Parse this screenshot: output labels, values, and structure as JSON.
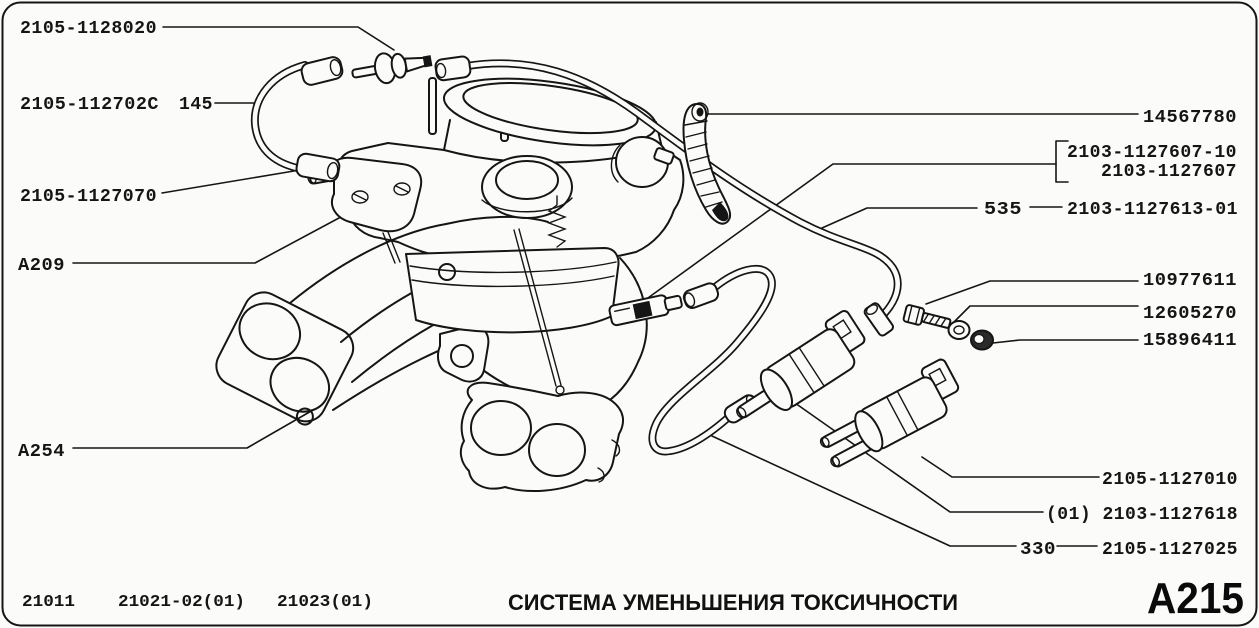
{
  "page": {
    "paper_color": "#fbfbf9",
    "ink_color": "#151515"
  },
  "callouts": {
    "left": {
      "check_valve": "2105-1128020",
      "hose_upper": "2105-112702C",
      "len_145": "145",
      "hose_lower": "2105-1127070",
      "ref_a209": "A209",
      "ref_a254": "A254"
    },
    "right": {
      "strap": "14567780",
      "union_variant": "2103-1127607-10",
      "union": "2103-1127607",
      "len_535": "535",
      "hose_long": "2103-1127613-01",
      "bolt": "10977611",
      "washer": "12605270",
      "nut": "15896411",
      "valve_right": "2105-1127010",
      "valve_left": "(01) 2103-1127618",
      "len_330": "330",
      "hose_s": "2105-1127025"
    }
  },
  "footer": {
    "models": [
      "21011",
      "21021-02(01)",
      "21023(01)"
    ],
    "title": "СИСТЕМА УМЕНЬШЕНИЯ ТОКСИЧНОСТИ",
    "page_code": "A215"
  }
}
